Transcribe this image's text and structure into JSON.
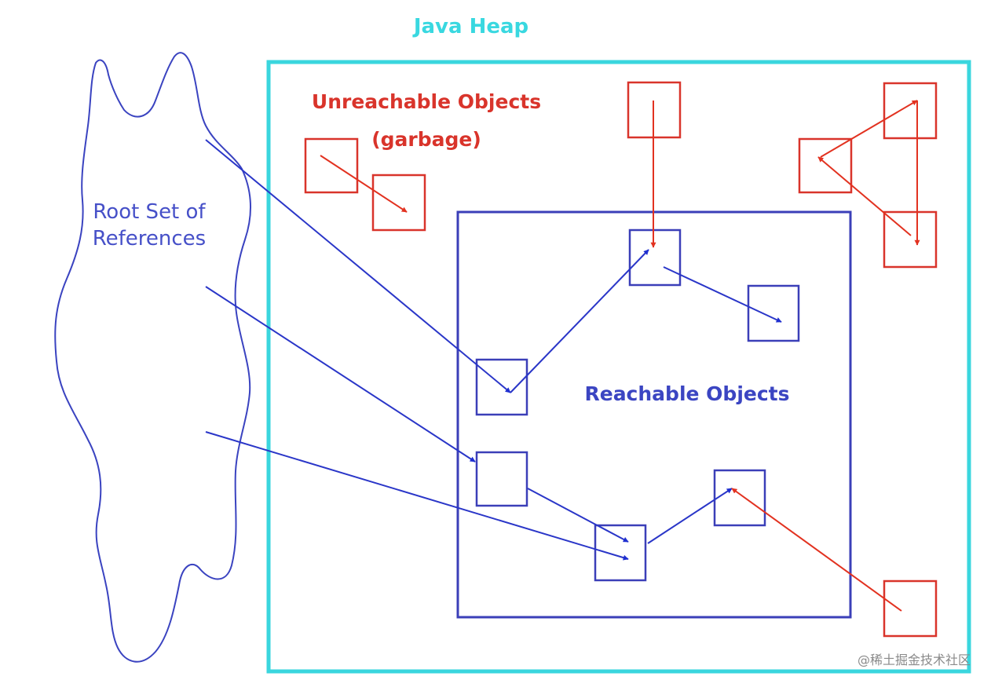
{
  "diagram": {
    "heap_label": "Java Heap",
    "root_label_line1": "Root Set of",
    "root_label_line2": "References",
    "unreachable_label_line1": "Unreachable Objects",
    "unreachable_label_line2": "(garbage)",
    "reachable_label": "Reachable Objects"
  },
  "watermark": "@稀土掘金技术社区",
  "colors": {
    "heap_border": "#3ad6de",
    "reachable_border": "#3b3fb8",
    "garbage": "#d9342b",
    "reference": "#2a36c8",
    "root_outline": "#3a43c0"
  }
}
